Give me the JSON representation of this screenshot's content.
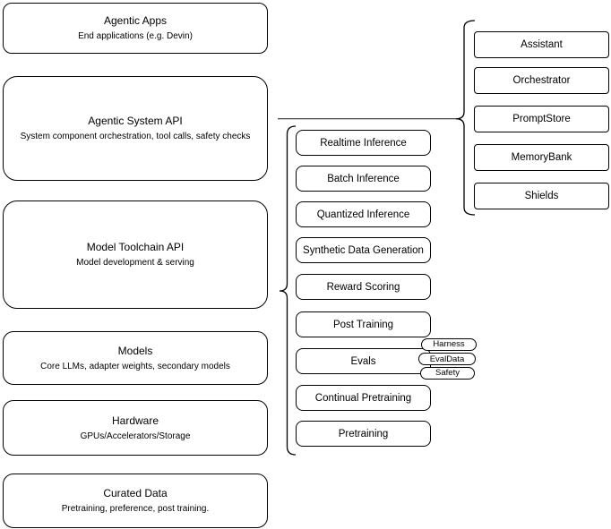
{
  "diagram": {
    "left_stack": [
      {
        "title": "Agentic Apps",
        "subtitle": "End applications (e.g. Devin)"
      },
      {
        "title": "Agentic System API",
        "subtitle": "System component orchestration, tool calls, safety checks"
      },
      {
        "title": "Model Toolchain API",
        "subtitle": "Model development & serving"
      },
      {
        "title": "Models",
        "subtitle": "Core LLMs, adapter weights, secondary models"
      },
      {
        "title": "Hardware",
        "subtitle": "GPUs/Accelerators/Storage"
      },
      {
        "title": "Curated Data",
        "subtitle": "Pretraining, preference, post training."
      }
    ],
    "toolchain_stack": [
      "Realtime Inference",
      "Batch Inference",
      "Quantized Inference",
      "Synthetic Data Generation",
      "Reward Scoring",
      "Post Training",
      "Evals",
      "Continual Pretraining",
      "Pretraining"
    ],
    "eval_tags": [
      "Harness",
      "EvalData",
      "Safety"
    ],
    "system_components": [
      "Assistant",
      "Orchestrator",
      "PromptStore",
      "MemoryBank",
      "Shields"
    ],
    "colors": {
      "stroke": "#000000",
      "connector": "#333333",
      "fill": "#ffffff",
      "background": "#ffffff"
    }
  }
}
